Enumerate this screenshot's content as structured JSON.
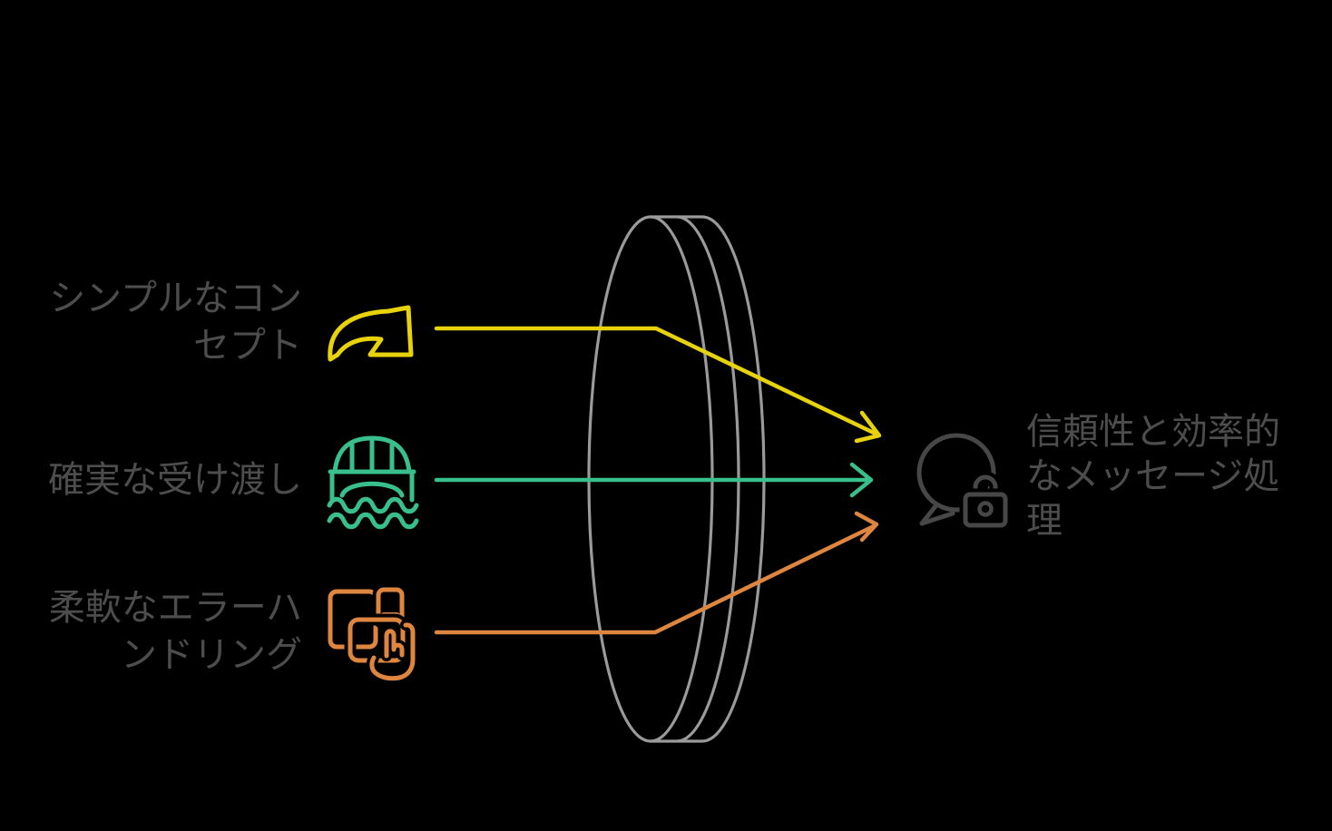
{
  "diagram": {
    "background": "#000000",
    "colors": {
      "yellow": "#e7d20b",
      "green": "#38bf8c",
      "orange": "#de8540",
      "icon_gray": "#474747",
      "lens_gray": "#9a9a9a",
      "text_gray": "#4d4d4d"
    },
    "inputs": [
      {
        "label": "シンプルなコン\nセプト",
        "icon": "curved-arrow-icon",
        "color": "#e7d20b"
      },
      {
        "label": "確実な受け渡し",
        "icon": "bridge-icon",
        "color": "#38bf8c"
      },
      {
        "label": "柔軟なエラーハ\nンドリング",
        "icon": "devices-hand-icon",
        "color": "#de8540"
      }
    ],
    "lens": {
      "shape": "lens-disc",
      "color": "#9a9a9a"
    },
    "output": {
      "label": "信頼性と効率的\nなメッセージ処\n理",
      "icon": "chat-lock-icon",
      "color": "#474747"
    }
  }
}
